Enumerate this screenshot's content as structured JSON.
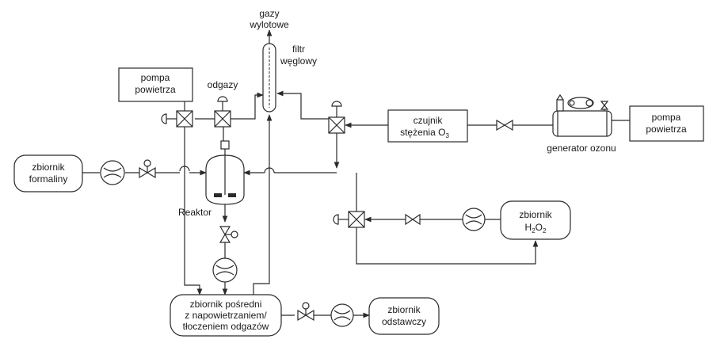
{
  "labels": {
    "exhaust": [
      "gazy",
      "wylotowe"
    ],
    "carbon_filter": [
      "filtr",
      "węglowy"
    ],
    "air_pump_left": [
      "pompa",
      "powietrza"
    ],
    "offgas": "odgazy",
    "o3_sensor_line1": "czujnik",
    "o3_sensor_line2": "stężenia O",
    "o3_sub": "3",
    "air_pump_right": [
      "pompa",
      "powietrza"
    ],
    "ozone_generator": "generator ozonu",
    "formalin_tank": [
      "zbiornik",
      "formaliny"
    ],
    "reactor": "Reaktor",
    "h2o2_tank_line1": "zbiornik",
    "h2o2_h": "H",
    "h2o2_sub1": "2",
    "h2o2_o": "O",
    "h2o2_sub2": "2",
    "intermediate_tank": [
      "zbiornik pośredni",
      "z napowietrzaniem/",
      "tłoczeniem odgazów"
    ],
    "settling_tank": [
      "zbiornik",
      "odstawczy"
    ]
  }
}
